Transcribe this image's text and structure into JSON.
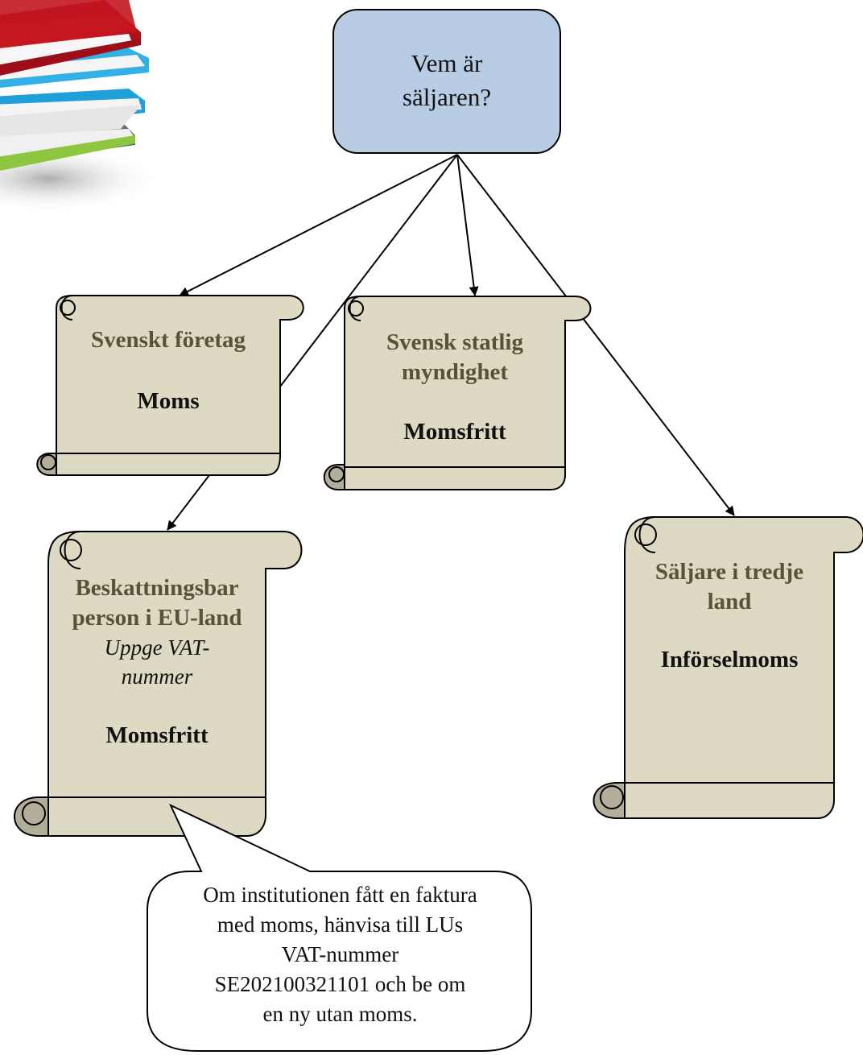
{
  "root": {
    "line1": "Vem är",
    "line2": "säljaren?"
  },
  "nodes": {
    "svenskt": {
      "title": "Svenskt företag",
      "vat": "Moms"
    },
    "statlig": {
      "title_line1": "Svensk statlig",
      "title_line2": "myndighet",
      "vat": "Momsfritt"
    },
    "eu": {
      "title_line1": "Beskattningsbar",
      "title_line2": "person i EU-land",
      "sub_line1": "Uppge VAT-",
      "sub_line2": "nummer",
      "vat": "Momsfritt"
    },
    "tredje": {
      "title_line1": "Säljare i tredje",
      "title_line2": "land",
      "vat": "Införselmoms"
    }
  },
  "callout": {
    "line1": "Om institutionen fått en faktura",
    "line2": "med moms, hänvisa till LUs",
    "line3": "VAT-nummer",
    "line4": "SE202100321101 och be om",
    "line5": "en ny utan moms."
  },
  "colors": {
    "root_fill": "#b8cce4",
    "scroll_fill": "#ddd9c3",
    "scroll_curl": "#b2ae9a",
    "outline": "#000000",
    "title_text": "#5a5236"
  },
  "icons": {
    "books": "stack-of-books-icon"
  }
}
